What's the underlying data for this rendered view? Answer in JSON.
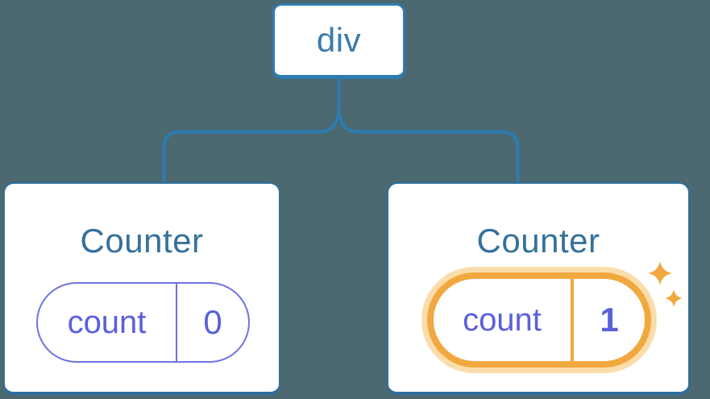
{
  "diagram": {
    "root": {
      "label": "div"
    },
    "children": [
      {
        "title": "Counter",
        "state": {
          "key": "count",
          "value": "0"
        },
        "highlighted": false
      },
      {
        "title": "Counter",
        "state": {
          "key": "count",
          "value": "1"
        },
        "highlighted": true
      }
    ]
  },
  "icons": {
    "highlight": "sparkles-icon"
  },
  "colors": {
    "background": "#4c6871",
    "connector_blue": "#2e7cb1",
    "card_border_blue": "#2d6f9e",
    "heading_blue": "#35719b",
    "node_label_blue": "#3a7cab",
    "state_purple": "#5a60da",
    "state_border_purple": "#6e72e2",
    "highlight_orange": "#f2a840",
    "highlight_glow": "#fbdcab"
  }
}
